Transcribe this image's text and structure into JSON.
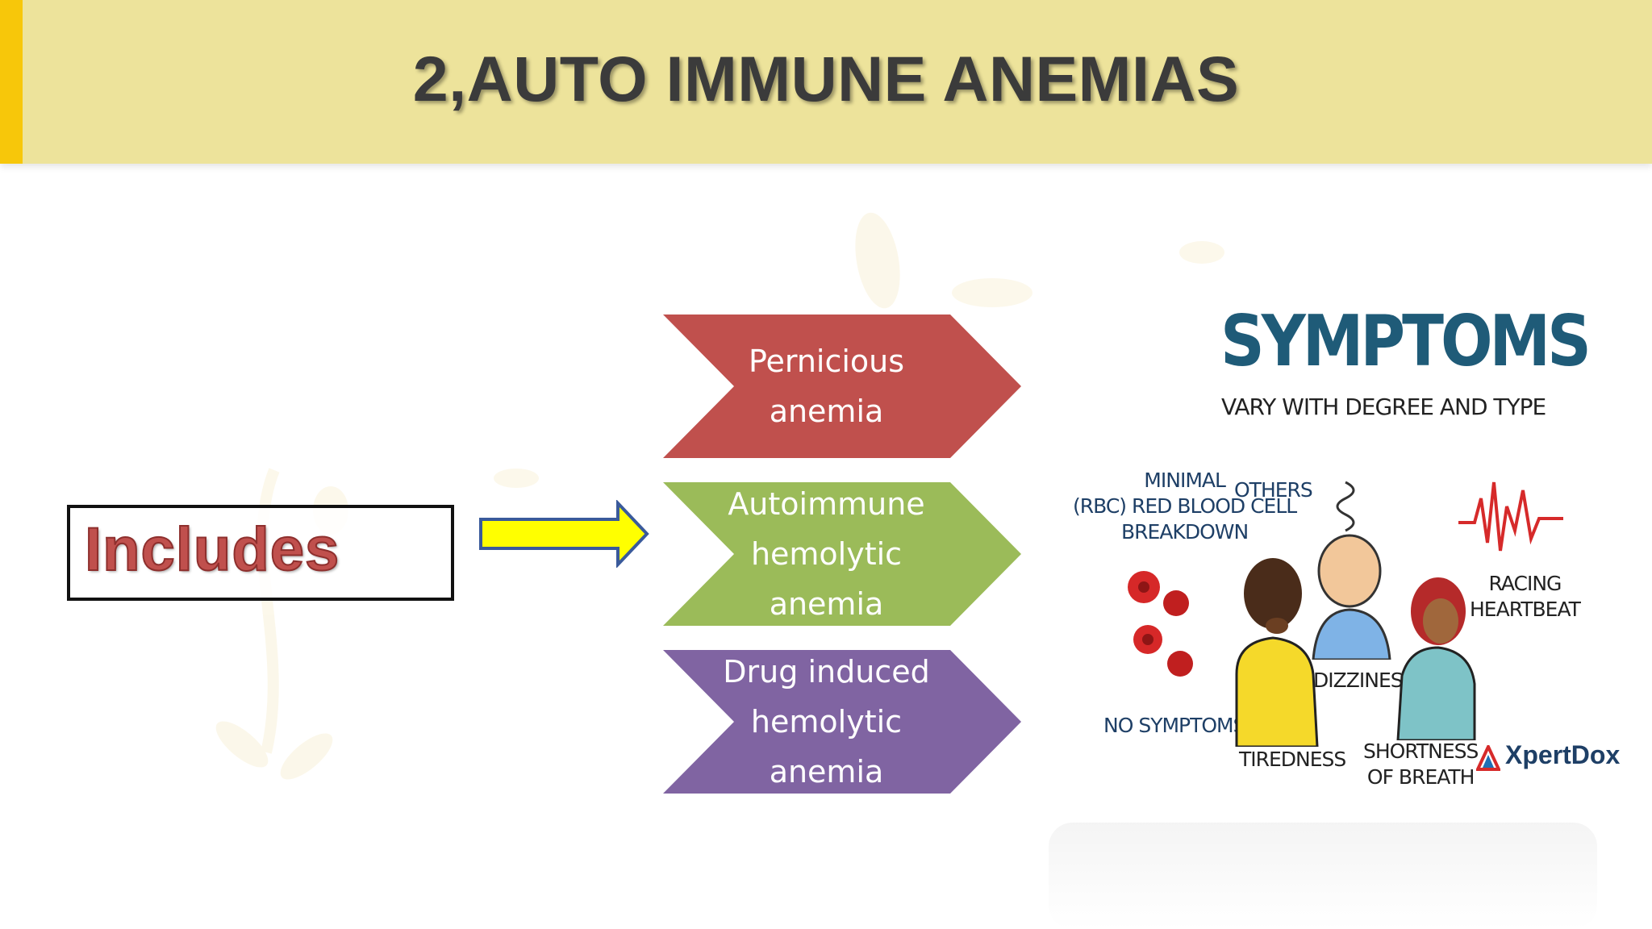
{
  "slide": {
    "title": "2,AUTO IMMUNE ANEMIAS",
    "includes_label": "Includes"
  },
  "items": [
    {
      "label": "Pernicious\nanemia",
      "color": "#c0504d"
    },
    {
      "label": "Autoimmune\nhemolytic\nanemia",
      "color": "#9bbb59"
    },
    {
      "label": "Drug induced\nhemolytic\nanemia",
      "color": "#8064a2"
    }
  ],
  "symptoms_image": {
    "title": "SYMPTOMS",
    "subtitle": "VARY WITH DEGREE AND TYPE",
    "labels": {
      "breakdown": "MINIMAL\n(RBC) RED BLOOD CELL\nBREAKDOWN",
      "others": "OTHERS",
      "racing": "RACING\nHEARTBEAT",
      "dizziness": "DIZZINESS",
      "no_symptoms": "NO SYMPTOMS",
      "tiredness": "TIREDNESS",
      "breath": "SHORTNESS\nOF BREATH"
    },
    "brand": "XpertDox"
  },
  "colors": {
    "header_band": "#ede39b",
    "accent_strip": "#f7c70a",
    "arrow_fill": "#ffff00",
    "arrow_stroke": "#3a5a9b"
  }
}
